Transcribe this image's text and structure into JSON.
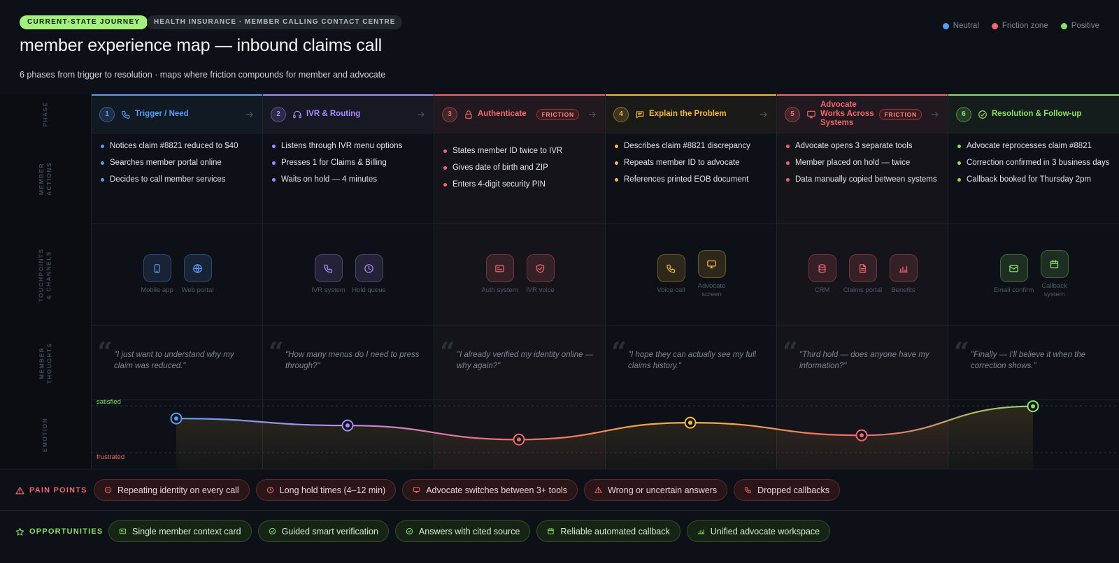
{
  "header": {
    "badge": "CURRENT-STATE JOURNEY",
    "context": "HEALTH INSURANCE · MEMBER CALLING CONTACT CENTRE",
    "title": "member experience map — inbound claims call",
    "subtitle": "6 phases from trigger to resolution · maps where friction compounds for member and advocate"
  },
  "legend": [
    {
      "label": "Neutral",
      "color": "#5b9cf5"
    },
    {
      "label": "Friction zone",
      "color": "#f0676d"
    },
    {
      "label": "Positive",
      "color": "#8ce06a"
    }
  ],
  "rows": {
    "phase": "PHASE",
    "actions_1": "MEMBER",
    "actions_2": "ACTIONS",
    "touch_1": "TOUCHPOINTS",
    "touch_2": "& CHANNELS",
    "thoughts_1": "MEMBER",
    "thoughts_2": "THOUGHTS",
    "emotion": "EMOTION"
  },
  "phases": [
    {
      "num": "1",
      "name": "Trigger / Need",
      "icon": "phone-icon",
      "color": "#5b9cf5",
      "friction": "",
      "actions": [
        "Notices claim #8821 reduced to $40",
        "Searches member portal online",
        "Decides to call member services"
      ],
      "touchpoints": [
        {
          "label": "Mobile app",
          "icon": "mobile-icon"
        },
        {
          "label": "Web portal",
          "icon": "globe-icon"
        }
      ],
      "thought": "\"I just want to understand why my claim was reduced.\""
    },
    {
      "num": "2",
      "name": "IVR & Routing",
      "icon": "headset-icon",
      "color": "#a78bfa",
      "friction": "",
      "actions": [
        "Listens through IVR menu options",
        "Presses 1 for Claims & Billing",
        "Waits on hold — 4 minutes"
      ],
      "touchpoints": [
        {
          "label": "IVR system",
          "icon": "phone-icon"
        },
        {
          "label": "Hold queue",
          "icon": "clock-icon"
        }
      ],
      "thought": "\"How many menus do I need to press through?\""
    },
    {
      "num": "3",
      "name": "Authenticate",
      "icon": "lock-icon",
      "color": "#f0676d",
      "friction": "FRICTION",
      "actions": [
        "States member ID twice to IVR",
        "Gives date of birth and ZIP",
        "Enters 4-digit security PIN"
      ],
      "touchpoints": [
        {
          "label": "Auth system",
          "icon": "id-card-icon"
        },
        {
          "label": "IVR voice",
          "icon": "shield-check-icon"
        }
      ],
      "thought": "\"I already verified my identity online — why again?\""
    },
    {
      "num": "4",
      "name": "Explain the Problem",
      "icon": "chat-icon",
      "color": "#f5b83d",
      "friction": "",
      "actions": [
        "Describes claim #8821 discrepancy",
        "Repeats member ID to advocate",
        "References printed EOB document"
      ],
      "touchpoints": [
        {
          "label": "Voice call",
          "icon": "phone-icon"
        },
        {
          "label": "Advocate screen",
          "icon": "monitor-icon"
        }
      ],
      "thought": "\"I hope they can actually see my full claims history.\""
    },
    {
      "num": "5",
      "name": "Advocate Works Across Systems",
      "icon": "monitor-icon",
      "color": "#f0676d",
      "friction": "FRICTION",
      "actions": [
        "Advocate opens 3 separate tools",
        "Member placed on hold — twice",
        "Data manually copied between systems"
      ],
      "touchpoints": [
        {
          "label": "CRM",
          "icon": "database-icon"
        },
        {
          "label": "Claims portal",
          "icon": "document-icon"
        },
        {
          "label": "Benefits",
          "icon": "bar-chart-icon"
        }
      ],
      "thought": "\"Third hold — does anyone have my information?\""
    },
    {
      "num": "6",
      "name": "Resolution & Follow-up",
      "icon": "check-circle-icon",
      "color": "#8ce06a",
      "friction": "",
      "actions": [
        "Advocate reprocesses claim #8821",
        "Correction confirmed in 3 business days",
        "Callback booked for Thursday 2pm"
      ],
      "touchpoints": [
        {
          "label": "Email confirm",
          "icon": "mail-icon"
        },
        {
          "label": "Callback system",
          "icon": "calendar-icon"
        }
      ],
      "thought": "\"Finally — I'll believe it when the correction shows.\""
    }
  ],
  "emotion": {
    "top_label": "satisfied",
    "bottom_label": "frustrated",
    "levels": [
      0.73,
      0.58,
      0.28,
      0.64,
      0.37,
      0.99
    ]
  },
  "pain_points": {
    "label": "PAIN POINTS",
    "color": "#f0676d",
    "items": [
      {
        "label": "Repeating identity on every call",
        "icon": "no-entry-icon"
      },
      {
        "label": "Long hold times (4–12 min)",
        "icon": "clock-icon"
      },
      {
        "label": "Advocate switches between 3+ tools",
        "icon": "monitor-icon"
      },
      {
        "label": "Wrong or uncertain answers",
        "icon": "warning-icon"
      },
      {
        "label": "Dropped callbacks",
        "icon": "phone-icon"
      }
    ]
  },
  "opportunities": {
    "label": "OPPORTUNITIES",
    "color": "#8ce06a",
    "items": [
      {
        "label": "Single member context card",
        "icon": "id-card-icon"
      },
      {
        "label": "Guided smart verification",
        "icon": "check-circle-icon"
      },
      {
        "label": "Answers with cited source",
        "icon": "check-circle-icon"
      },
      {
        "label": "Reliable automated callback",
        "icon": "calendar-icon"
      },
      {
        "label": "Unified advocate workspace",
        "icon": "bar-chart-icon"
      }
    ]
  }
}
